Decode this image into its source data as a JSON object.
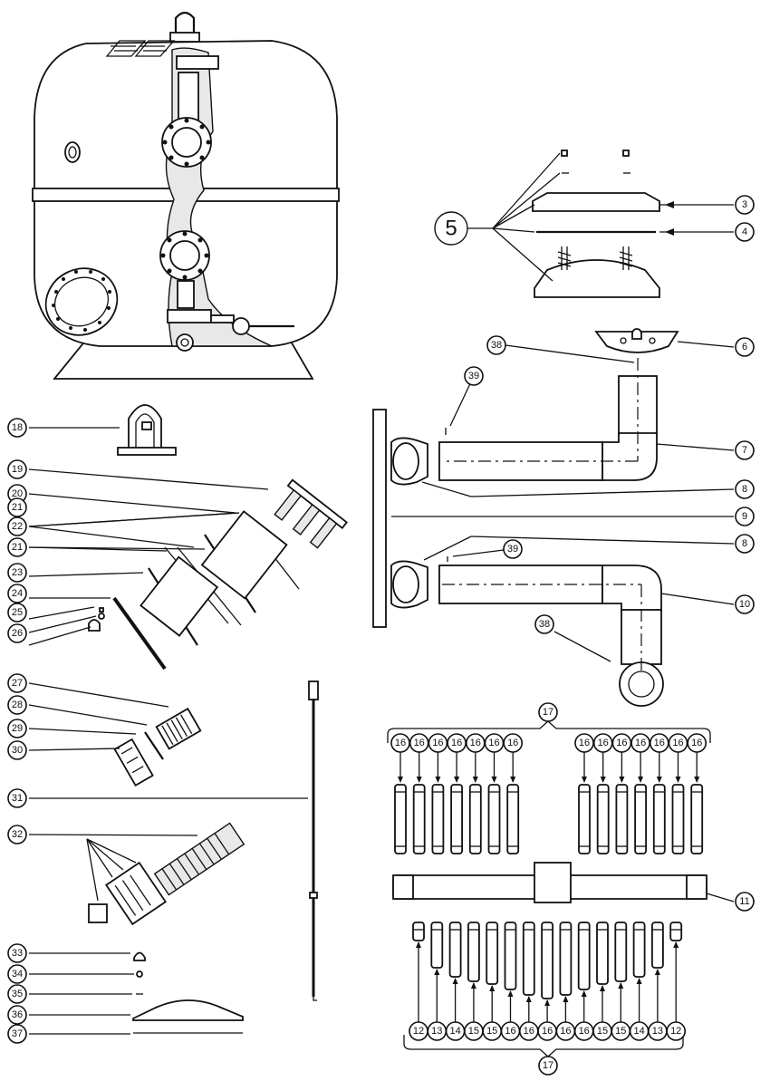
{
  "callouts": [
    {
      "id": "c5",
      "label": "5"
    },
    {
      "id": "c3",
      "label": "3"
    },
    {
      "id": "c4",
      "label": "4"
    },
    {
      "id": "c6",
      "label": "6"
    },
    {
      "id": "c38a",
      "label": "38"
    },
    {
      "id": "c39a",
      "label": "39"
    },
    {
      "id": "c7",
      "label": "7"
    },
    {
      "id": "c8a",
      "label": "8"
    },
    {
      "id": "c9",
      "label": "9"
    },
    {
      "id": "c8b",
      "label": "8"
    },
    {
      "id": "c39b",
      "label": "39"
    },
    {
      "id": "c10",
      "label": "10"
    },
    {
      "id": "c38b",
      "label": "38"
    },
    {
      "id": "c18",
      "label": "18"
    },
    {
      "id": "c19",
      "label": "19"
    },
    {
      "id": "c20",
      "label": "20"
    },
    {
      "id": "c21a",
      "label": "21"
    },
    {
      "id": "c22",
      "label": "22"
    },
    {
      "id": "c21b",
      "label": "21"
    },
    {
      "id": "c23",
      "label": "23"
    },
    {
      "id": "c24",
      "label": "24"
    },
    {
      "id": "c25",
      "label": "25"
    },
    {
      "id": "c26",
      "label": "26"
    },
    {
      "id": "c27",
      "label": "27"
    },
    {
      "id": "c28",
      "label": "28"
    },
    {
      "id": "c29",
      "label": "29"
    },
    {
      "id": "c30",
      "label": "30"
    },
    {
      "id": "c31",
      "label": "31"
    },
    {
      "id": "c32",
      "label": "32"
    },
    {
      "id": "c33",
      "label": "33"
    },
    {
      "id": "c34",
      "label": "34"
    },
    {
      "id": "c35",
      "label": "35"
    },
    {
      "id": "c36",
      "label": "36"
    },
    {
      "id": "c37",
      "label": "37"
    },
    {
      "id": "c17a",
      "label": "17"
    },
    {
      "id": "c11",
      "label": "11"
    },
    {
      "id": "c17b",
      "label": "17"
    }
  ],
  "lateral_upper_left": [
    "16",
    "16",
    "16",
    "16",
    "16",
    "16",
    "16"
  ],
  "lateral_upper_right": [
    "16",
    "16",
    "16",
    "16",
    "16",
    "16",
    "16"
  ],
  "lateral_lower": [
    "12",
    "13",
    "14",
    "15",
    "15",
    "16",
    "16",
    "16",
    "16",
    "16",
    "15",
    "15",
    "14",
    "13",
    "12"
  ]
}
